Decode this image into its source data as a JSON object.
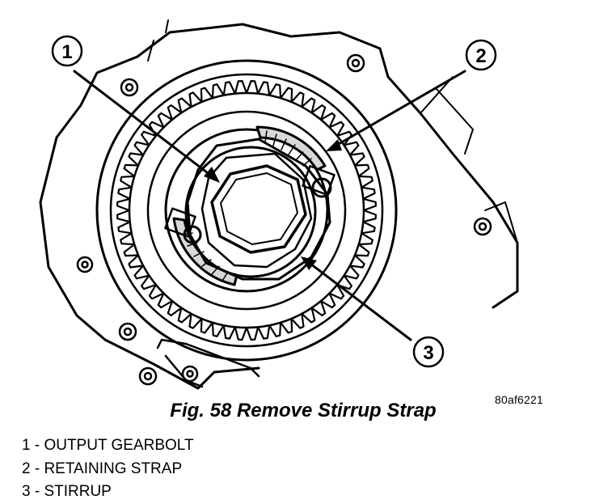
{
  "caption": "Fig. 58 Remove Stirrup Strap",
  "figure_code": "80af6221",
  "callouts": [
    {
      "number": "1"
    },
    {
      "number": "2"
    },
    {
      "number": "3"
    }
  ],
  "legend": [
    "1 - OUTPUT GEARBOLT",
    "2 - RETAINING STRAP",
    "3 - STIRRUP"
  ]
}
